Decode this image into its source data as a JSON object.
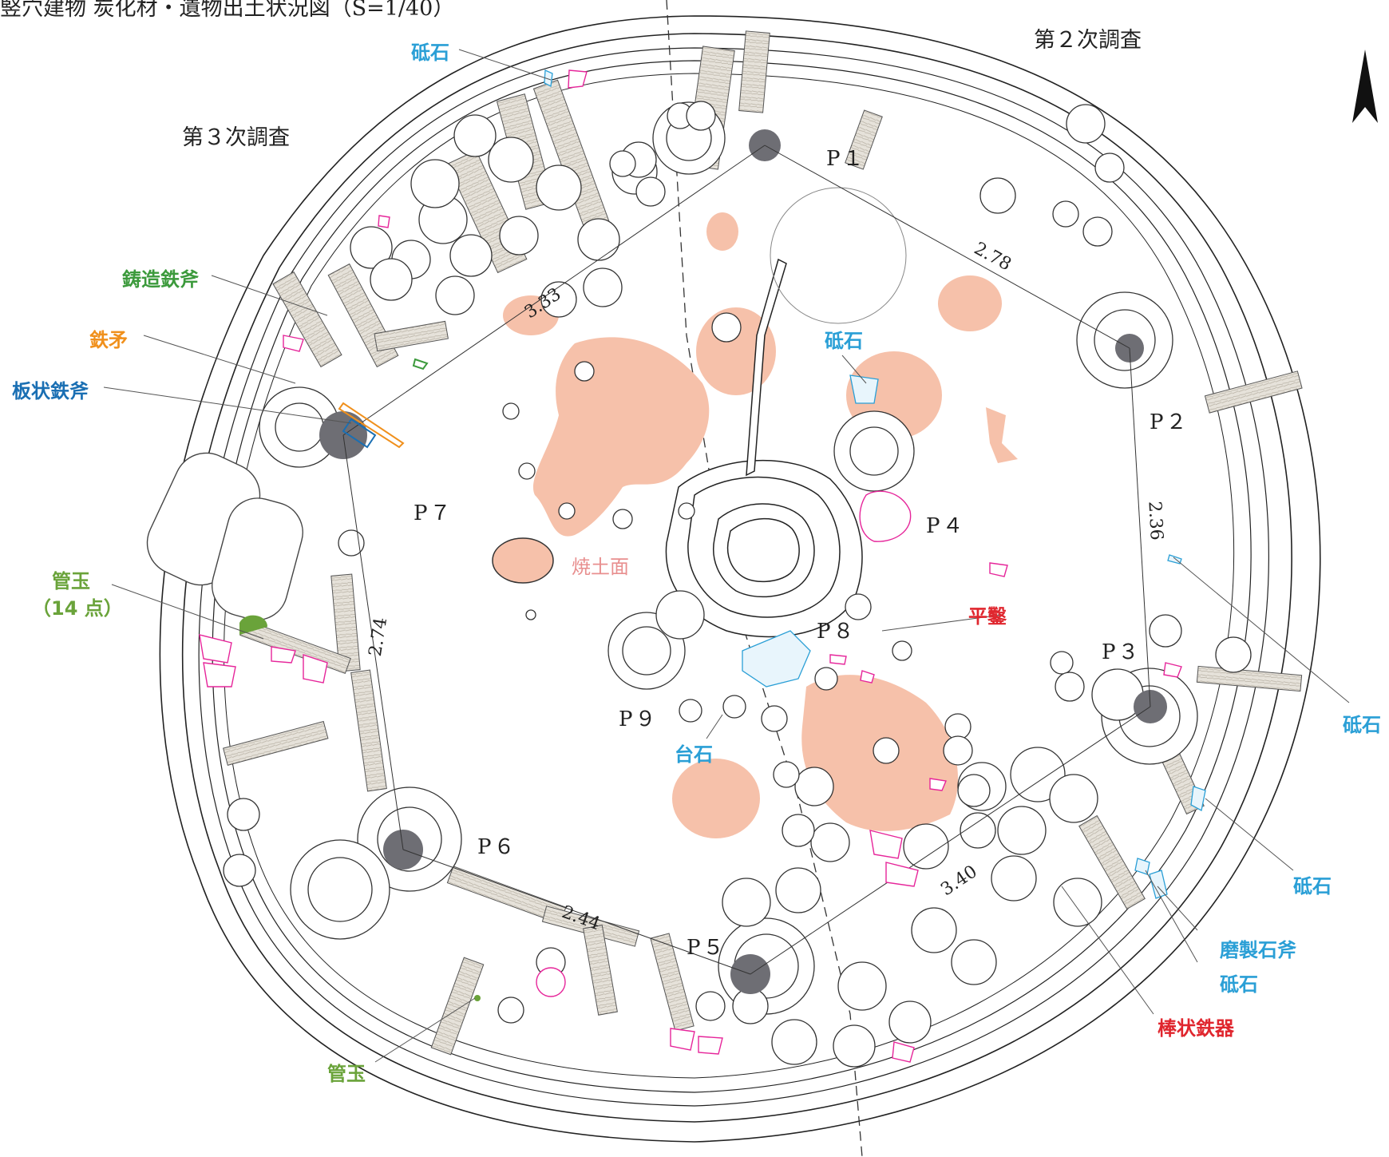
{
  "figure": {
    "title": "竪穴建物 炭化材・遺物出土状況図（S=1/40）",
    "survey_2": "第２次調査",
    "survey_3": "第３次調査"
  },
  "north_arrow": {
    "icon": "north-arrow-icon"
  },
  "pits": {
    "p1": "P１",
    "p2": "P２",
    "p3": "P３",
    "p4": "P４",
    "p5": "P５",
    "p6": "P６",
    "p7": "P７",
    "p8": "P８",
    "p9": "P９"
  },
  "distances": {
    "p1_p2": "2.78",
    "p2_p3": "2.36",
    "p3_p5": "3.40",
    "p5_p6": "2.44",
    "p6_p7": "2.74",
    "p7_p1": "3.33"
  },
  "artifacts": {
    "whetstone_top": "砥石",
    "whetstone_center": "砥石",
    "whetstone_right": "砥石",
    "whetstone_lower_right": "砥石",
    "whetstone_bottom_right": "砥石",
    "cast_iron_axe": "鋳造鉄斧",
    "iron_spear": "鉄矛",
    "plate_iron_axe": "板状鉄斧",
    "tube_bead": "管玉",
    "tube_bead_count": "（14 点）",
    "tube_bead_bottom": "管玉",
    "burnt_floor": "焼土面",
    "flat_chisel": "平鑿",
    "anvil_stone": "台石",
    "polished_stone_axe": "磨製石斧",
    "rod_iron_tool": "棒状鉄器"
  },
  "colors": {
    "whetstone": "#2a9fd6",
    "cast_iron_axe": "#3c9a3c",
    "iron_spear": "#f0901c",
    "plate_iron_axe": "#1a6fb3",
    "tube_bead": "#6aa33a",
    "burnt_floor_text": "#e88f8f",
    "burnt_floor_fill": "#f6c1aa",
    "flat_chisel": "#e0262e",
    "rod_iron_tool": "#e0262e",
    "pottery": "#e6259a",
    "post_hole": "#6e6e74",
    "charcoal": "#e4e0d8",
    "line": "#222222"
  }
}
